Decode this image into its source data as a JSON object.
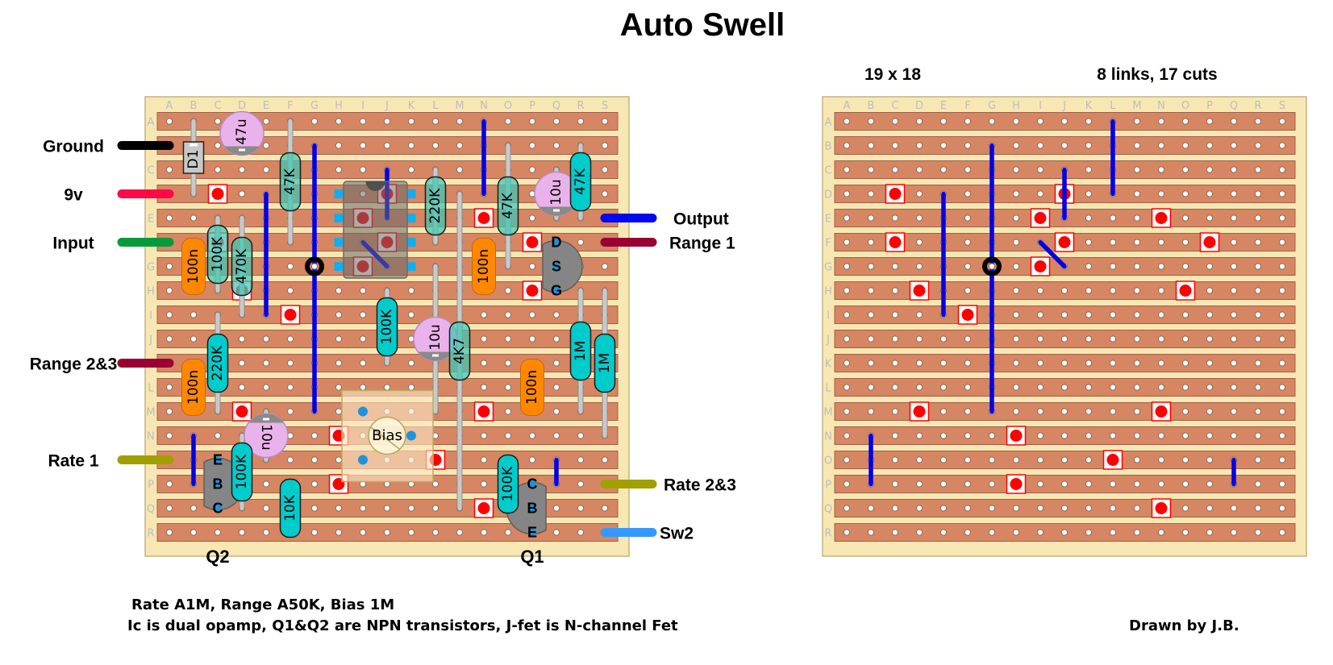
{
  "title": "Auto Swell",
  "stats": {
    "size": "19 x 18",
    "summary": "8 links, 17 cuts"
  },
  "notes": [
    "Rate A1M, Range A50K, Bias 1M",
    "Ic is dual opamp, Q1&Q2 are NPN transistors, J-fet is N-channel Fet"
  ],
  "credit": "Drawn by J.B.",
  "board": {
    "columns": [
      "A",
      "B",
      "C",
      "D",
      "E",
      "F",
      "G",
      "H",
      "I",
      "J",
      "K",
      "L",
      "M",
      "N",
      "O",
      "P",
      "Q",
      "R",
      "S"
    ],
    "rows": [
      "A",
      "B",
      "C",
      "D",
      "E",
      "F",
      "G",
      "H",
      "I",
      "J",
      "K",
      "L",
      "M",
      "N",
      "O",
      "P",
      "Q",
      "R"
    ],
    "colors": {
      "board": "#f7e8b3",
      "board_edge": "#c4b383",
      "strip": "#d68662",
      "strip_edge": "#a0604a",
      "hole": "#ffffff",
      "hole_edge": "#8c6a5a",
      "grid_label": "#bdbdbd",
      "link": "#0000e6",
      "cut": "#ff0000",
      "marker": "#000000",
      "lead": "#c9c9c9",
      "resistor": "#00cccc",
      "resistor_ghost": "#40c6b6",
      "film_cap": "#ff8800",
      "electrolytic": "#eab2ea",
      "transistor": "#858585",
      "pin": "#1b94dc",
      "ic_pin": "#12aef0",
      "diode": "#c8c8c8"
    }
  },
  "wires": [
    {
      "label": "Ground",
      "side": "left",
      "row": "B",
      "color": "#000000"
    },
    {
      "label": "9v",
      "side": "left",
      "row": "D",
      "color": "#ff0a46"
    },
    {
      "label": "Input",
      "side": "left",
      "row": "F",
      "color": "#079a3c"
    },
    {
      "label": "Range 2&3",
      "side": "left",
      "row": "K",
      "color": "#990033"
    },
    {
      "label": "Rate 1",
      "side": "left",
      "row": "O",
      "color": "#a0a000"
    },
    {
      "label": "Output",
      "side": "right",
      "row": "E",
      "color": "#0008ee"
    },
    {
      "label": "Range 1",
      "side": "right",
      "row": "F",
      "color": "#990033"
    },
    {
      "label": "Rate 2&3",
      "side": "right",
      "row": "P",
      "color": "#a0a000"
    },
    {
      "label": "Sw2",
      "side": "right",
      "row": "R",
      "color": "#3399ff"
    }
  ],
  "layout_board": {
    "links": [
      {
        "from": {
          "col": "N",
          "row": "A"
        },
        "to": {
          "col": "N",
          "row": "D"
        }
      },
      {
        "from": {
          "col": "G",
          "row": "B"
        },
        "to": {
          "col": "G",
          "row": "M"
        }
      },
      {
        "from": {
          "col": "J",
          "row": "C"
        },
        "to": {
          "col": "J",
          "row": "E"
        }
      },
      {
        "from": {
          "col": "E",
          "row": "D"
        },
        "to": {
          "col": "E",
          "row": "I"
        }
      },
      {
        "from": {
          "col": "I",
          "row": "F"
        },
        "to": {
          "col": "J",
          "row": "G"
        }
      },
      {
        "from": {
          "col": "B",
          "row": "N"
        },
        "to": {
          "col": "B",
          "row": "P"
        }
      },
      {
        "from": {
          "col": "Q",
          "row": "O"
        },
        "to": {
          "col": "Q",
          "row": "P"
        }
      }
    ],
    "cuts": [
      {
        "col": "C",
        "row": "D"
      },
      {
        "col": "J",
        "row": "D"
      },
      {
        "col": "I",
        "row": "E"
      },
      {
        "col": "N",
        "row": "E"
      },
      {
        "col": "C",
        "row": "F"
      },
      {
        "col": "J",
        "row": "F"
      },
      {
        "col": "P",
        "row": "F"
      },
      {
        "col": "I",
        "row": "G"
      },
      {
        "col": "D",
        "row": "H"
      },
      {
        "col": "P",
        "row": "H"
      },
      {
        "col": "F",
        "row": "I"
      },
      {
        "col": "D",
        "row": "M"
      },
      {
        "col": "N",
        "row": "M"
      },
      {
        "col": "H",
        "row": "N"
      },
      {
        "col": "L",
        "row": "O"
      },
      {
        "col": "H",
        "row": "P"
      },
      {
        "col": "N",
        "row": "Q"
      }
    ],
    "markers": [
      {
        "col": "G",
        "row": "G"
      }
    ],
    "components": [
      {
        "type": "diode",
        "label": "D1",
        "col": "B",
        "lead": [
          "A",
          "D"
        ],
        "body": [
          "B",
          "C"
        ]
      },
      {
        "type": "electrolytic",
        "label": "47u",
        "col": "D",
        "center": [
          "A",
          "B"
        ],
        "stripe": "bottom"
      },
      {
        "type": "resistor",
        "label": "47K",
        "col": "F",
        "lead": [
          "A",
          "F"
        ],
        "body": [
          "C",
          "D"
        ],
        "ghost": true
      },
      {
        "type": "resistor",
        "label": "220K",
        "col": "L",
        "lead": [
          "C",
          "F"
        ],
        "body": [
          "D",
          "E"
        ],
        "ghost": true
      },
      {
        "type": "resistor",
        "label": "47K",
        "col": "O",
        "lead": [
          "B",
          "G"
        ],
        "body": [
          "D",
          "E"
        ],
        "ghost": true
      },
      {
        "type": "electrolytic",
        "label": "10u",
        "col": "Q",
        "lead": [
          "C",
          "E"
        ],
        "center": [
          "D"
        ],
        "stripe": "bottom"
      },
      {
        "type": "resistor",
        "label": "47K",
        "col": "R",
        "lead": [
          "B",
          "E"
        ],
        "body": [
          "C",
          "D"
        ],
        "ghost": false
      },
      {
        "type": "ic",
        "cols": [
          "H",
          "K"
        ],
        "rows": [
          "D",
          "G"
        ]
      },
      {
        "type": "transistor",
        "col": "Q",
        "flat": "left",
        "pins": [
          {
            "label": "D",
            "row": "F"
          },
          {
            "label": "S",
            "row": "G"
          },
          {
            "label": "G",
            "row": "H"
          }
        ]
      },
      {
        "type": "film",
        "label": "100n",
        "col": "N",
        "center": [
          "G"
        ]
      },
      {
        "type": "film",
        "label": "100n",
        "col": "B",
        "center": [
          "G"
        ]
      },
      {
        "type": "resistor",
        "label": "100K",
        "col": "C",
        "lead": [
          "E",
          "H"
        ],
        "body": [
          "F",
          "G"
        ],
        "ghost": true
      },
      {
        "type": "resistor",
        "label": "470K",
        "col": "D",
        "lead": [
          "E",
          "I"
        ],
        "body": [
          "G"
        ],
        "ghost": true
      },
      {
        "type": "resistor",
        "label": "100K",
        "col": "J",
        "lead": [
          "H",
          "K"
        ],
        "body": [
          "I",
          "J"
        ],
        "ghost": false
      },
      {
        "type": "electrolytic",
        "label": "10u",
        "col": "L",
        "lead": [
          "G",
          "M"
        ],
        "center": [
          "J"
        ],
        "stripe": "bottom"
      },
      {
        "type": "resistor",
        "label": "4K7",
        "col": "M",
        "lead": [
          "D",
          "Q"
        ],
        "body": [
          "J",
          "K"
        ],
        "ghost": true
      },
      {
        "type": "resistor",
        "label": "220K",
        "col": "C",
        "lead": [
          "I",
          "M"
        ],
        "body": [
          "K"
        ],
        "ghost": false
      },
      {
        "type": "film",
        "label": "100n",
        "col": "B",
        "center": [
          "L"
        ]
      },
      {
        "type": "film",
        "label": "100n",
        "col": "P",
        "center": [
          "L"
        ]
      },
      {
        "type": "resistor",
        "label": "1M",
        "col": "R",
        "lead": [
          "H",
          "M"
        ],
        "body": [
          "J",
          "K"
        ],
        "ghost": false
      },
      {
        "type": "resistor",
        "label": "1M",
        "col": "S",
        "lead": [
          "H",
          "N"
        ],
        "body": [
          "K"
        ],
        "ghost": false
      },
      {
        "type": "pot",
        "label": "Bias",
        "box": {
          "cols": [
            "H",
            "L"
          ],
          "rows": [
            "L",
            "P"
          ]
        },
        "knob": {
          "col": "J",
          "row": "N"
        },
        "pins": [
          {
            "col": "I",
            "row": "M"
          },
          {
            "col": "K",
            "row": "N"
          },
          {
            "col": "I",
            "row": "O"
          }
        ]
      },
      {
        "type": "electrolytic",
        "label": "10u",
        "col": "E",
        "lead": [
          "M",
          "O"
        ],
        "center": [
          "N"
        ],
        "stripe": "top"
      },
      {
        "type": "resistor",
        "label": "100K",
        "col": "D",
        "lead": [
          "N",
          "Q"
        ],
        "body": [
          "O",
          "P"
        ],
        "ghost": false
      },
      {
        "type": "transistor",
        "name": "Q2",
        "col": "C",
        "flat": "left",
        "pins": [
          {
            "label": "E",
            "row": "O"
          },
          {
            "label": "B",
            "row": "P"
          },
          {
            "label": "C",
            "row": "Q"
          }
        ]
      },
      {
        "type": "resistor",
        "label": "10K",
        "col": "F",
        "lead": [
          "P",
          "R"
        ],
        "body": [
          "Q"
        ],
        "ghost": false
      },
      {
        "type": "resistor",
        "label": "100K",
        "col": "O",
        "lead": [
          "O",
          "Q"
        ],
        "body": [
          "P"
        ],
        "ghost": false
      },
      {
        "type": "transistor",
        "name": "Q1",
        "col": "P",
        "flat": "right",
        "pins": [
          {
            "label": "C",
            "row": "P"
          },
          {
            "label": "B",
            "row": "Q"
          },
          {
            "label": "E",
            "row": "R"
          }
        ]
      }
    ]
  },
  "cut_board": {
    "links": [
      {
        "from": {
          "col": "L",
          "row": "A"
        },
        "to": {
          "col": "L",
          "row": "D"
        }
      },
      {
        "from": {
          "col": "G",
          "row": "B"
        },
        "to": {
          "col": "G",
          "row": "M"
        }
      },
      {
        "from": {
          "col": "J",
          "row": "C"
        },
        "to": {
          "col": "J",
          "row": "E"
        }
      },
      {
        "from": {
          "col": "E",
          "row": "D"
        },
        "to": {
          "col": "E",
          "row": "I"
        }
      },
      {
        "from": {
          "col": "I",
          "row": "F"
        },
        "to": {
          "col": "J",
          "row": "G"
        }
      },
      {
        "from": {
          "col": "B",
          "row": "N"
        },
        "to": {
          "col": "B",
          "row": "P"
        }
      },
      {
        "from": {
          "col": "Q",
          "row": "O"
        },
        "to": {
          "col": "Q",
          "row": "P"
        }
      }
    ],
    "cuts": [
      {
        "col": "C",
        "row": "D"
      },
      {
        "col": "J",
        "row": "D"
      },
      {
        "col": "I",
        "row": "E"
      },
      {
        "col": "N",
        "row": "E"
      },
      {
        "col": "C",
        "row": "F"
      },
      {
        "col": "J",
        "row": "F"
      },
      {
        "col": "P",
        "row": "F"
      },
      {
        "col": "I",
        "row": "G"
      },
      {
        "col": "D",
        "row": "H"
      },
      {
        "col": "O",
        "row": "H"
      },
      {
        "col": "F",
        "row": "I"
      },
      {
        "col": "D",
        "row": "M"
      },
      {
        "col": "N",
        "row": "M"
      },
      {
        "col": "H",
        "row": "N"
      },
      {
        "col": "L",
        "row": "O"
      },
      {
        "col": "H",
        "row": "P"
      },
      {
        "col": "N",
        "row": "Q"
      }
    ],
    "markers": [
      {
        "col": "G",
        "row": "G"
      }
    ]
  }
}
